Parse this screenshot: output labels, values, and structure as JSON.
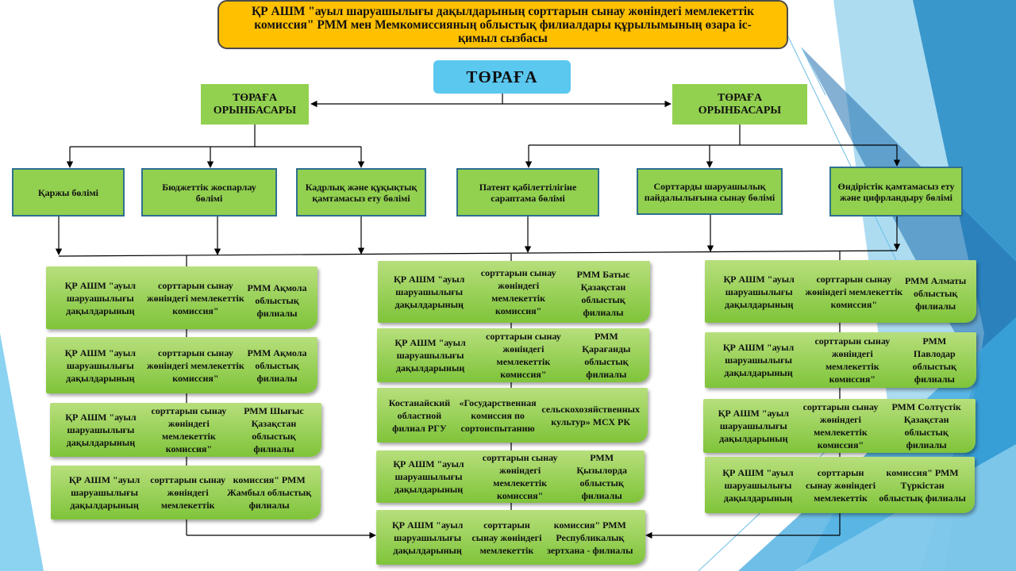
{
  "title": "ҚР АШМ \"ауыл шаруашылығы дақылдарының сорттарын сынау жөніндегі мемлекеттік комиссия\" РММ мен Мемкомиссияның облыстық филиалдары құрылымының өзара іс-қимыл сызбасы",
  "chair": "ТӨРАҒА",
  "deputies": {
    "left": "ТӨРАҒА ОРЫНБАСАРЫ",
    "right": "ТӨРАҒА ОРЫНБАСАРЫ"
  },
  "departments": {
    "finance": "Қаржы бөлімі",
    "budget": "Бюджеттік жоспарлау бөлімі",
    "hr_legal": "Кадрлық және құқықтық қамтамасыз ету бөлімі",
    "patent": "Патент қабілеттілігіне сараптама бөлімі",
    "varieties": "Сорттарды шаруашылық пайдалылығына сынау бөлімі",
    "production": "Өндірістік қамтамасыз ету және цифрландыру бөлімі"
  },
  "branches": {
    "left": [
      {
        "line1": "ҚР АШМ \"ауыл шаруашылығы дақылдарының",
        "line2": "сорттарын сынау жөніндегі мемлекеттік комиссия\"",
        "line3": "РММ Ақмола облыстық филиалы"
      },
      {
        "line1": "ҚР АШМ \"ауыл шаруашылығы дақылдарының",
        "line2": "сорттарын сынау жөніндегі мемлекеттік комиссия\"",
        "line3": "РММ Ақмола облыстық филиалы"
      },
      {
        "line1": "ҚР АШМ \"ауыл шаруашылығы дақылдарының",
        "line2": "сорттарын сынау жөніндегі мемлекеттік комиссия\"",
        "line3": "РММ Шығыс Қазақстан облыстық филиалы"
      },
      {
        "line1": "ҚР АШМ \"ауыл шаруашылығы дақылдарының",
        "line2": "сорттарын сынау жөніндегі мемлекеттік",
        "line3": "комиссия\" РММ Жамбыл облыстық филиалы"
      }
    ],
    "center": [
      {
        "line1": "ҚР АШМ \"ауыл шаруашылығы дақылдарының",
        "line2": "сорттарын сынау жөніндегі мемлекеттік комиссия\"",
        "line3": "РММ Батыс Қазақстан облыстық филиалы"
      },
      {
        "line1": "ҚР АШМ \"ауыл шаруашылығы дақылдарының",
        "line2": "сорттарын сынау жөніндегі мемлекеттік комиссия\"",
        "line3": "РММ Қарағанды облыстық филиалы"
      },
      {
        "line1": "Костанайский областной филиал РГУ",
        "line2": "«Государственная комиссия по сортоиспытанию",
        "line3": "сельскохозяйственных культур» МСХ РК"
      },
      {
        "line1": "ҚР АШМ \"ауыл шаруашылығы дақылдарының",
        "line2": "сорттарын сынау жөніндегі мемлекеттік комиссия\"",
        "line3": "РММ Қызылорда облыстық филиалы"
      },
      {
        "line1": "ҚР АШМ \"ауыл шаруашылығы дақылдарының",
        "line2": "сорттарын сынау жөніндегі мемлекеттік",
        "line3": "комиссия\" РММ Республикалық зертхана - филиалы"
      }
    ],
    "right": [
      {
        "line1": "ҚР АШМ \"ауыл шаруашылығы дақылдарының",
        "line2": "сорттарын сынау жөніндегі мемлекеттік комиссия\"",
        "line3": "РММ Алматы облыстық филиалы"
      },
      {
        "line1": "ҚР АШМ \"ауыл шаруашылығы дақылдарының",
        "line2": "сорттарын сынау жөніндегі мемлекеттік комиссия\"",
        "line3": "РММ Павлодар облыстық филиалы"
      },
      {
        "line1": "ҚР АШМ \"ауыл шаруашылығы дақылдарының",
        "line2": "сорттарын сынау жөніндегі мемлекеттік комиссия\"",
        "line3": "РММ Солтүстік Қазақстан облыстық филиалы"
      },
      {
        "line1": "ҚР АШМ \"ауыл шаруашылығы дақылдарының",
        "line2": "сорттарын сынау жөніндегі мемлекеттік",
        "line3": "комиссия\" РММ Түркістан облыстық филиалы"
      }
    ]
  }
}
